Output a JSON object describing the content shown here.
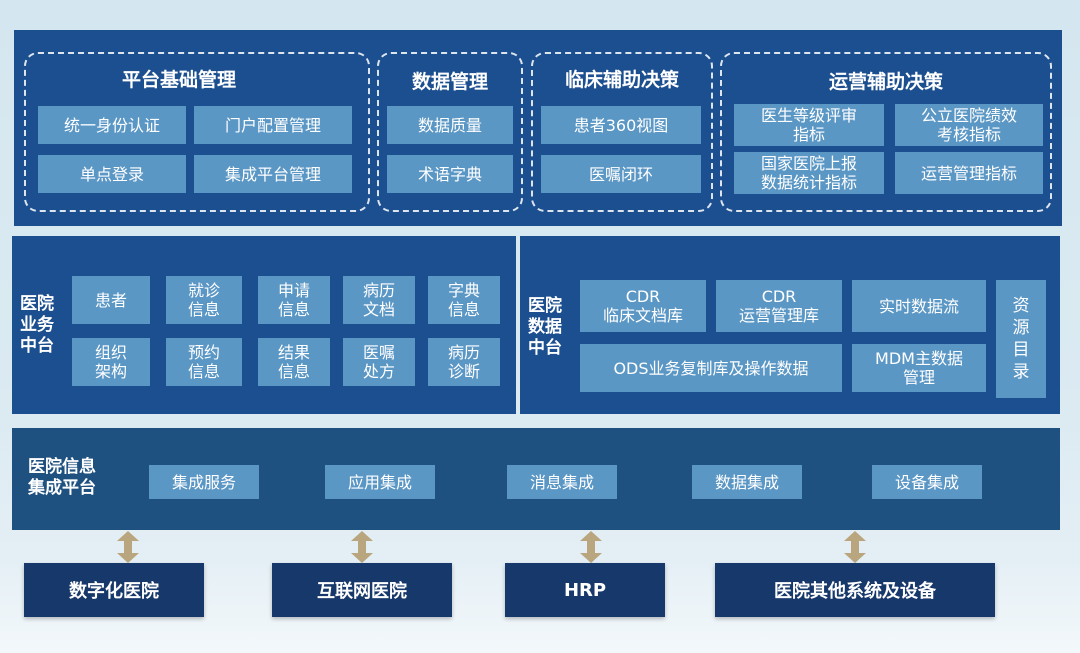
{
  "top_layer": {
    "groups": [
      {
        "title": "平台基础管理",
        "items": [
          "统一身份认证",
          "门户配置管理",
          "单点登录",
          "集成平台管理"
        ]
      },
      {
        "title": "数据管理",
        "items": [
          "数据质量",
          "术语字典"
        ]
      },
      {
        "title": "临床辅助决策",
        "items": [
          "患者360视图",
          "医嘱闭环"
        ]
      },
      {
        "title": "运营辅助决策",
        "items": [
          "医生等级评审\n指标",
          "公立医院绩效\n考核指标",
          "国家医院上报\n数据统计指标",
          "运营管理指标"
        ]
      }
    ]
  },
  "business_center": {
    "label": "医院\n业务\n中台",
    "items": [
      "患者",
      "就诊\n信息",
      "申请\n信息",
      "病历\n文档",
      "字典\n信息",
      "组织\n架构",
      "预约\n信息",
      "结果\n信息",
      "医嘱\n处方",
      "病历\n诊断"
    ]
  },
  "data_center": {
    "label": "医院\n数据\n中台",
    "items": [
      "CDR\n临床文档库",
      "CDR\n运营管理库",
      "实时数据流",
      "ODS业务复制库及操作数据",
      "MDM主数据\n管理"
    ],
    "resource_catalog": "资\n源\n目\n录"
  },
  "integration_platform": {
    "label": "医院信息\n集成平台",
    "items": [
      "集成服务",
      "应用集成",
      "消息集成",
      "数据集成",
      "设备集成"
    ]
  },
  "bottom_systems": [
    "数字化医院",
    "互联网医院",
    "HRP",
    "医院其他系统及设备"
  ],
  "colors": {
    "panel": "#1c4f8f",
    "box": "#5b97c5",
    "bottom": "#17386a",
    "arrow": "#b9a67e"
  }
}
